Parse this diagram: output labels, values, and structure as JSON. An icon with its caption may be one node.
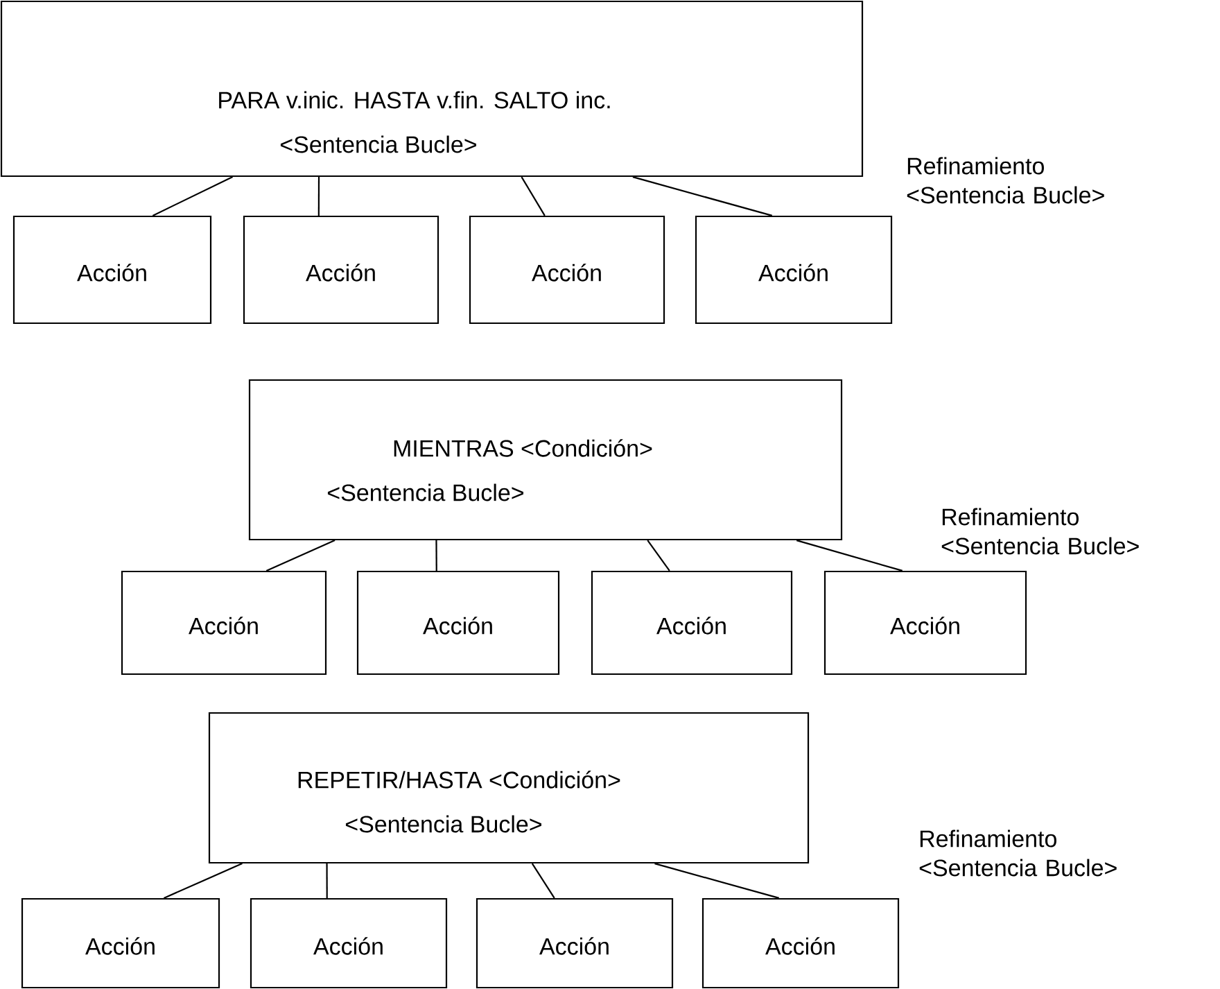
{
  "diagram": {
    "nodes": [
      {
        "text": [
          "PARA v.inic. HASTA v.fin. SALTO inc.",
          "<Sentencia Bucle>"
        ]
      },
      {
        "text": [
          "Acción"
        ]
      },
      {
        "text": [
          "Acción"
        ]
      },
      {
        "text": [
          "Acción"
        ]
      },
      {
        "text": [
          "Acción"
        ]
      },
      {
        "text": [
          "MIENTRAS <Condición>",
          "<Sentencia Bucle>"
        ]
      },
      {
        "text": [
          "Acción"
        ]
      },
      {
        "text": [
          "Acción"
        ]
      },
      {
        "text": [
          "Acción"
        ]
      },
      {
        "text": [
          "Acción"
        ]
      },
      {
        "text": [
          "REPETIR/HASTA <Condición>",
          "<Sentencia Bucle>"
        ]
      },
      {
        "text": [
          "Acción"
        ]
      },
      {
        "text": [
          "Acción"
        ]
      },
      {
        "text": [
          "Acción"
        ]
      },
      {
        "text": [
          "Acción"
        ]
      }
    ],
    "edges": [
      {
        "from": 0,
        "to": 1,
        "arrow": "none"
      },
      {
        "from": 0,
        "to": 2,
        "arrow": "none"
      },
      {
        "from": 0,
        "to": 3,
        "arrow": "none"
      },
      {
        "from": 0,
        "to": 4,
        "arrow": "none"
      },
      {
        "from": 5,
        "to": 6,
        "arrow": "none"
      },
      {
        "from": 5,
        "to": 7,
        "arrow": "none"
      },
      {
        "from": 5,
        "to": 8,
        "arrow": "none"
      },
      {
        "from": 5,
        "to": 9,
        "arrow": "none"
      },
      {
        "from": 10,
        "to": 11,
        "arrow": "none"
      },
      {
        "from": 10,
        "to": 12,
        "arrow": "none"
      },
      {
        "from": 10,
        "to": 13,
        "arrow": "none"
      },
      {
        "from": 10,
        "to": 14,
        "arrow": "none"
      }
    ],
    "labels": [
      "Refinamiento <Sentencia Bucle>",
      "Refinamiento <Sentencia Bucle>",
      "Refinamiento <Sentencia Bucle>"
    ]
  }
}
